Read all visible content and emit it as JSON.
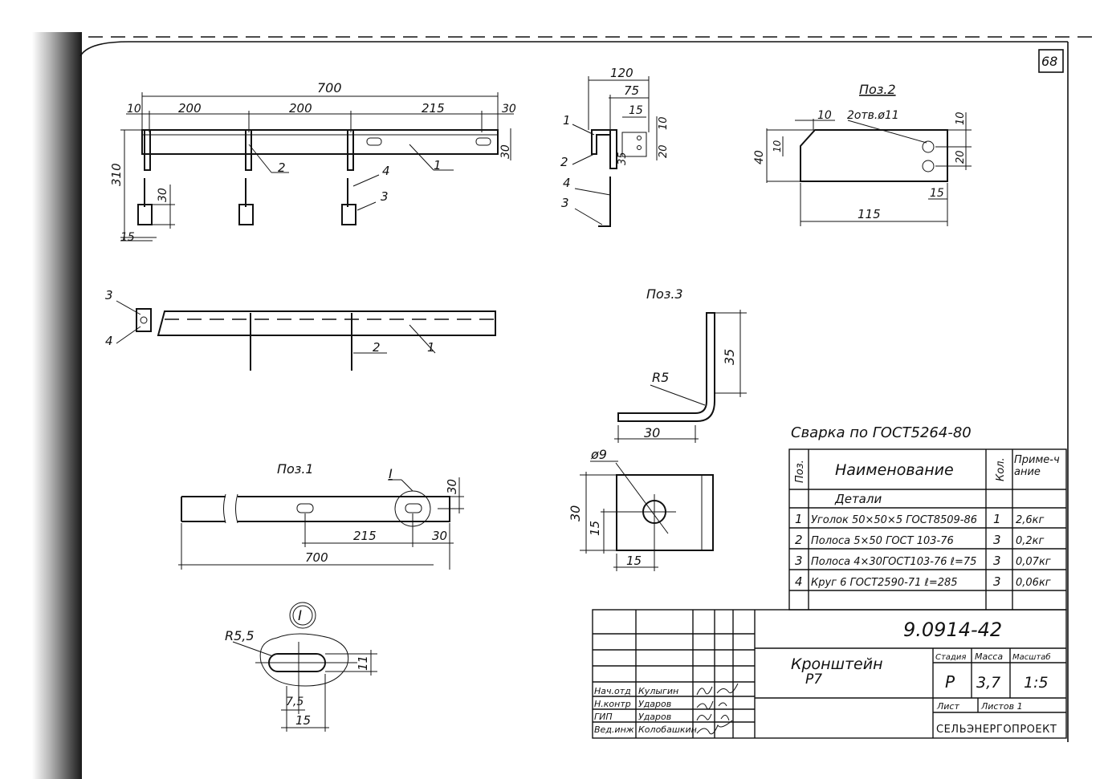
{
  "sheet_number": "68",
  "views": {
    "main": {
      "total": "700",
      "d10": "10",
      "d200a": "200",
      "d200b": "200",
      "d215": "215",
      "d30": "30",
      "h30": "30",
      "h310": "310",
      "h30b": "30",
      "w15": "15",
      "c1": "1",
      "c2": "2",
      "c3": "3",
      "c4": "4"
    },
    "side": {
      "d120": "120",
      "d75": "75",
      "d15": "15",
      "d10": "10",
      "d20": "20",
      "d35": "35",
      "c1": "1",
      "c2": "2",
      "c3": "3",
      "c4": "4"
    },
    "plan": {
      "c1": "1",
      "c2": "2",
      "c3": "3",
      "c4": "4"
    },
    "poz2": {
      "title": "Поз.2",
      "d10a": "10",
      "holes": "2отв.ø11",
      "d10b": "10",
      "d40": "40",
      "d10c": "10",
      "d20": "20",
      "d15": "15",
      "d115": "115"
    },
    "poz3": {
      "title": "Поз.3",
      "d35": "35",
      "r5": "R5",
      "d30": "30",
      "phi9": "ø9",
      "h30": "30",
      "h15": "15",
      "w15": "15"
    },
    "poz1": {
      "title": "Поз.1",
      "detail_mark": "I",
      "d30": "30",
      "d215": "215",
      "d30b": "30",
      "d700": "700"
    },
    "detail_I": {
      "mark": "I",
      "r": "R5,5",
      "d11": "11",
      "d75": "7,5",
      "d15": "15"
    }
  },
  "weld_note": "Сварка по ГОСТ5264-80",
  "spec": {
    "headers": {
      "pos": "Поз.",
      "name": "Наименование",
      "qty": "Кол.",
      "note": "Приме-чание"
    },
    "group": "Детали",
    "rows": [
      {
        "pos": "1",
        "name": "Уголок 50×50×5 ГОСТ8509-86",
        "qty": "1",
        "note": "2,6кг"
      },
      {
        "pos": "2",
        "name": "Полоса 5×50 ГОСТ 103-76",
        "qty": "3",
        "note": "0,2кг"
      },
      {
        "pos": "3",
        "name": "Полоса 4×30ГОСТ103-76 ℓ=75",
        "qty": "3",
        "note": "0,07кг"
      },
      {
        "pos": "4",
        "name": "Круг 6 ГОСТ2590-71 ℓ=285",
        "qty": "3",
        "note": "0,06кг"
      }
    ]
  },
  "title_block": {
    "doc_number": "9.0914-42",
    "name_line1": "Кронштейн",
    "name_line2": "Р7",
    "stage_label": "Стадия",
    "mass_label": "Масса",
    "scale_label": "Масштаб",
    "stage": "Р",
    "mass": "3,7",
    "scale": "1:5",
    "sheet_label": "Лист",
    "sheets_label": "Листов 1",
    "org": "СЕЛЬЭНЕРГОПРОЕКТ",
    "signers": [
      {
        "role": "Нач.отд",
        "name": "Кулыгин"
      },
      {
        "role": "Н.контр",
        "name": "Ударов"
      },
      {
        "role": "ГИП",
        "name": "Ударов"
      },
      {
        "role": "Вед.инж",
        "name": "Колобашкин"
      }
    ]
  }
}
